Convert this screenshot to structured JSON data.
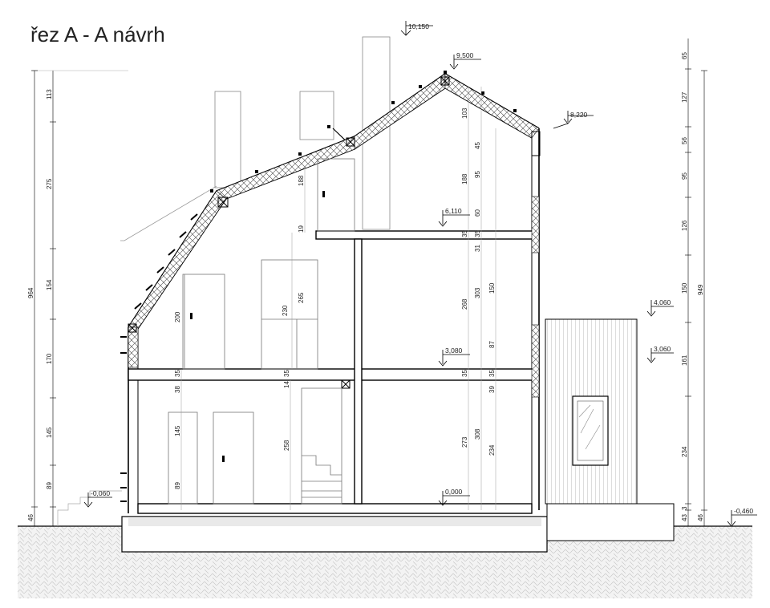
{
  "title": "řez A - A návrh",
  "levels": {
    "chimney_top": "10,150",
    "ridge": "9,500",
    "eave": "8,220",
    "attic": "6,110",
    "extension_top": "4,060",
    "extension_sill": "3,060",
    "first_floor": "3,080",
    "ground": "0,000",
    "terrain_left": "-0,060",
    "terrain_right": "-0,460"
  },
  "dims": {
    "left_total": "964",
    "left_1": "113",
    "left_2": "275",
    "left_3": "154",
    "left_4": "170",
    "left_5": "145",
    "left_6": "89",
    "left_7": "46",
    "right_total": "949",
    "right_1": "65",
    "right_2": "127",
    "right_3": "56",
    "right_4": "95",
    "right_5": "126",
    "right_6": "150",
    "right_7": "161",
    "right_8": "234",
    "right_9": "3",
    "right_10": "43",
    "right_11": "46",
    "attic_door": "188",
    "attic_19": "19",
    "upper_door": "200",
    "wardrobe_230": "230",
    "wardrobe_265": "265",
    "slab_35a": "35",
    "slab_14": "14",
    "slab_35b": "35",
    "ground_38": "38",
    "ground_door": "145",
    "ground_89": "89",
    "stair_258": "258",
    "in_103": "103",
    "in_45": "45",
    "in_188": "188",
    "in_95": "95",
    "in_60": "60",
    "in_35a": "35",
    "in_35b": "35",
    "in_31": "31",
    "in_268": "268",
    "in_303": "303",
    "in_150": "150",
    "in_87": "87",
    "in_35c": "35",
    "in_35d": "35",
    "in_39": "39",
    "in_273": "273",
    "in_308": "308",
    "in_234": "234"
  }
}
